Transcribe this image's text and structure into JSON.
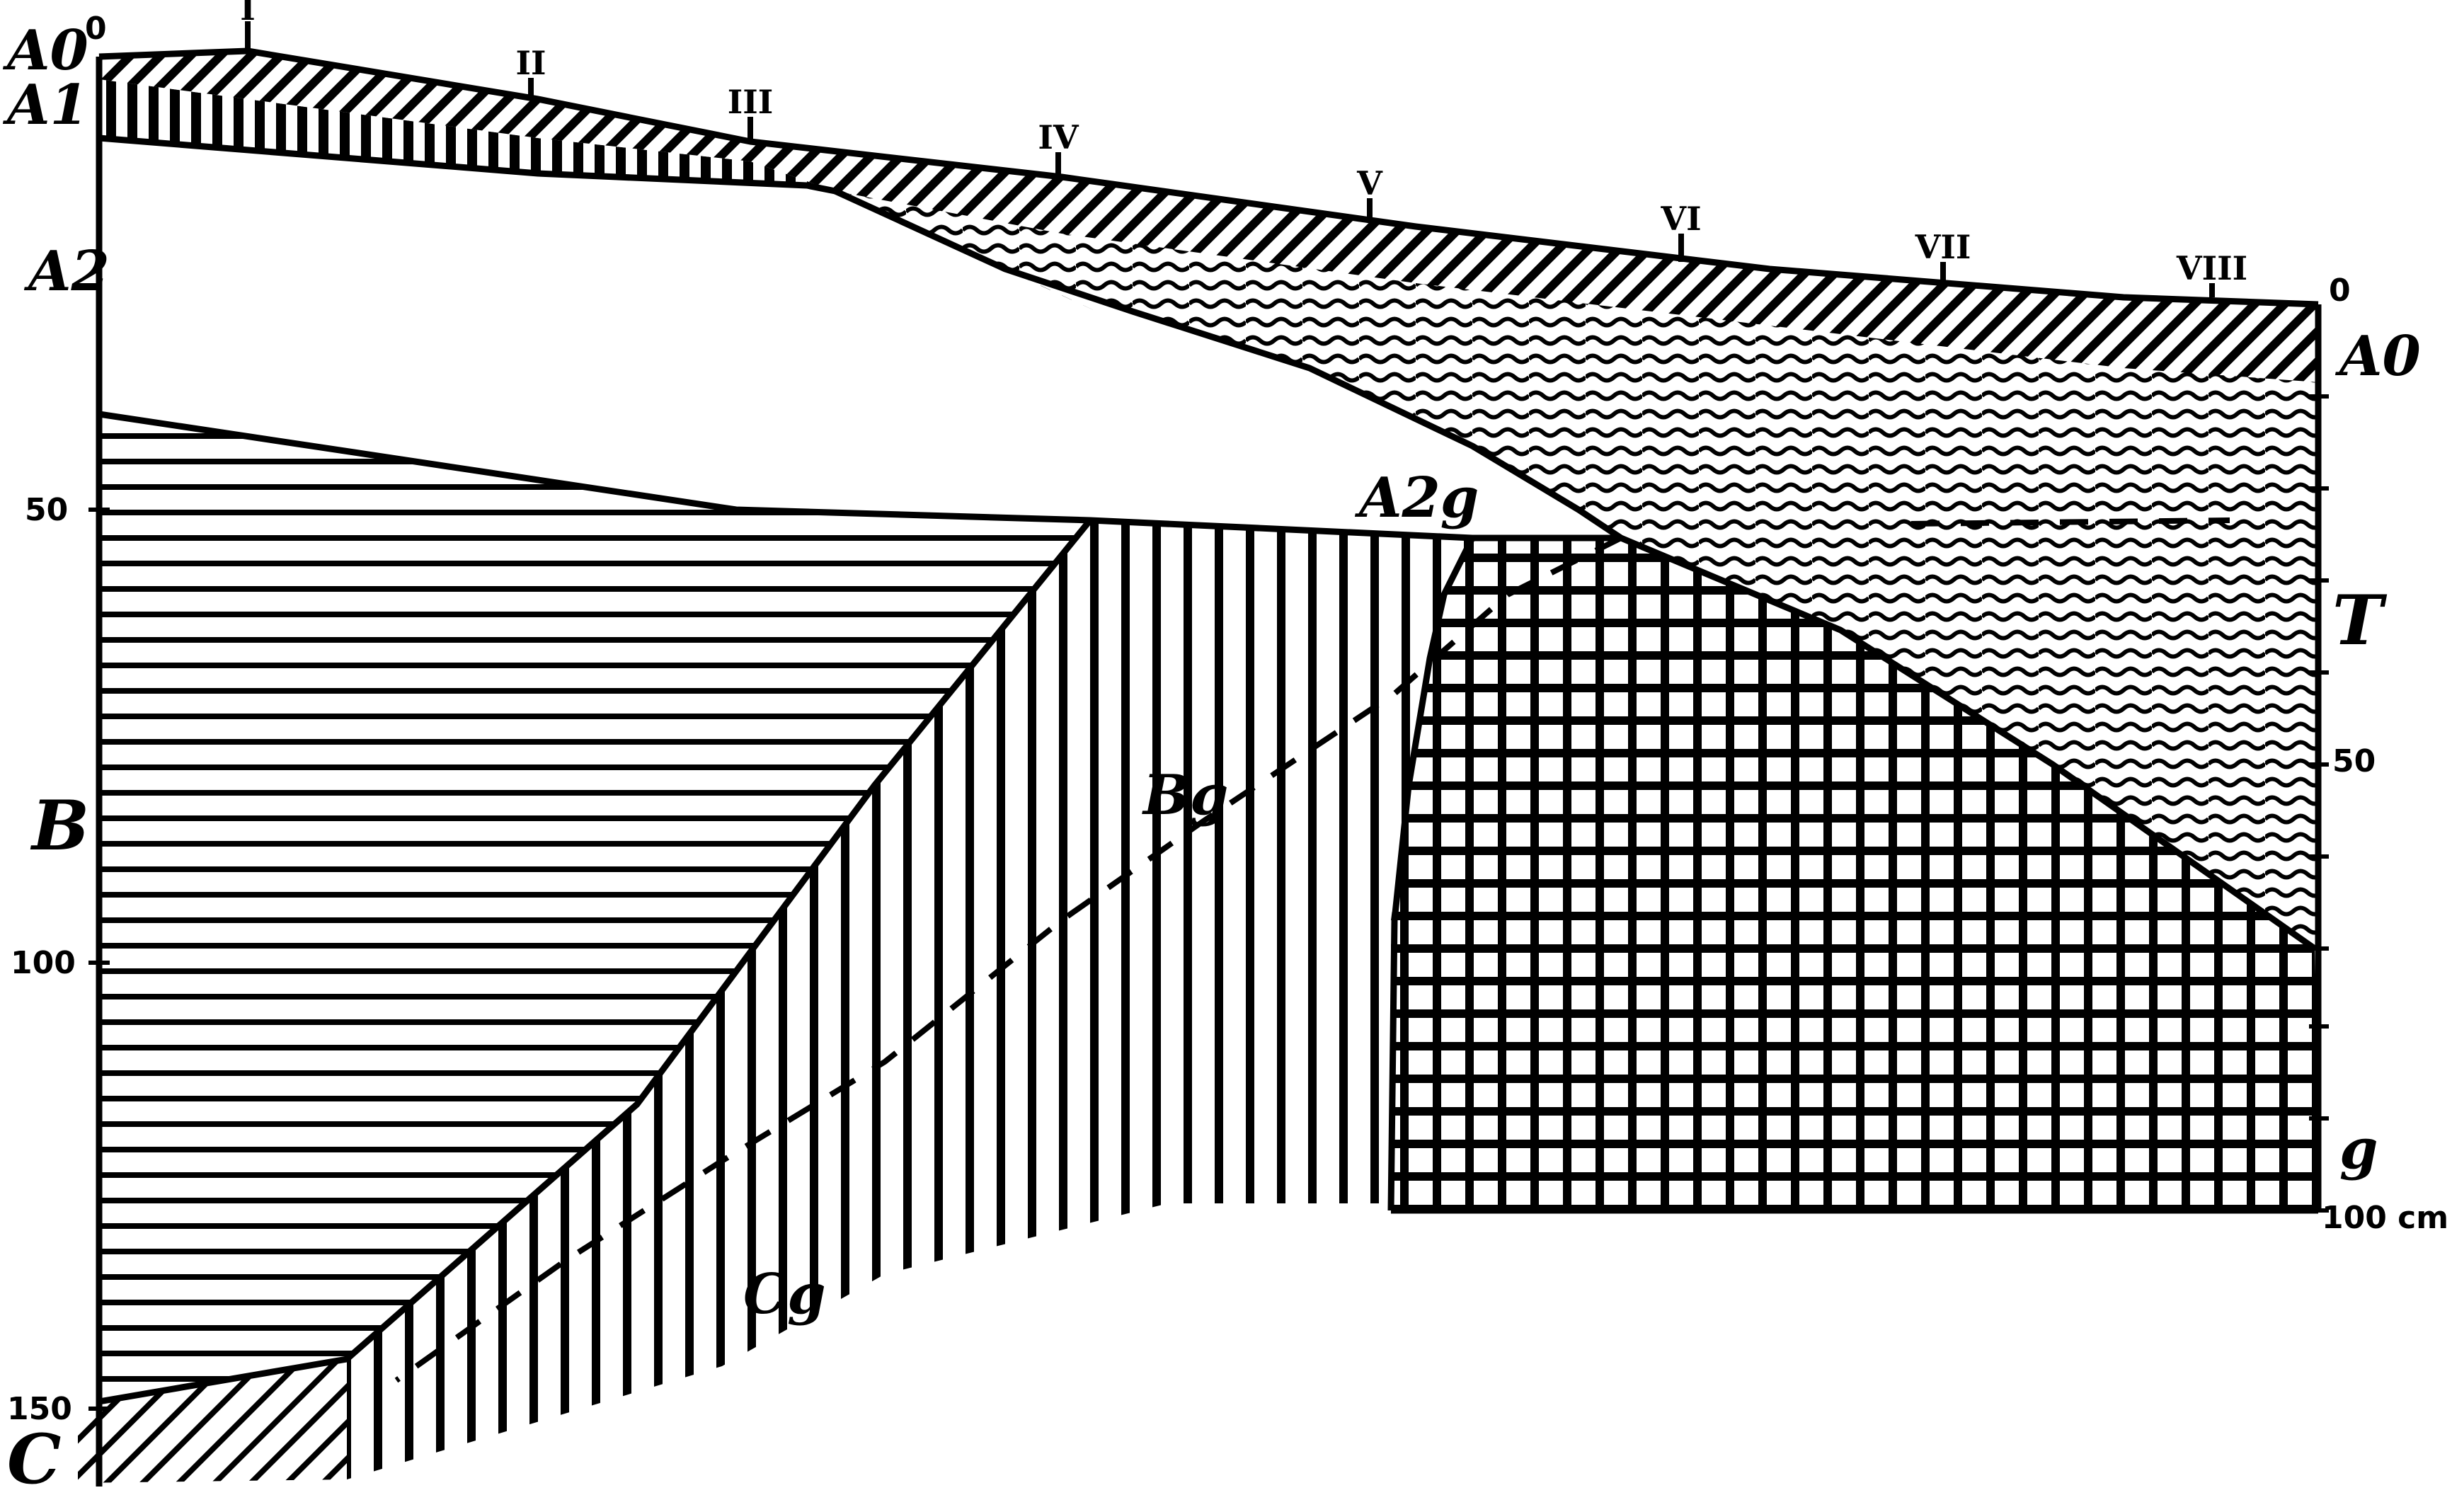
{
  "profile_points": [
    "I",
    "II",
    "III",
    "IV",
    "V",
    "VI",
    "VII",
    "VIII"
  ],
  "horizons": {
    "a0_top_left": "A0",
    "a1": "A1",
    "a2": "A2",
    "b": "B",
    "c": "C",
    "a2g": "A2g",
    "bg": "Bg",
    "cg": "Cg",
    "a0_right": "A0",
    "t": "T",
    "g": "g"
  },
  "left_scale": {
    "zero": "0",
    "fifty": "50",
    "hundred": "100",
    "one_fifty": "150"
  },
  "right_scale": {
    "zero": "0",
    "fifty": "50",
    "hundred": "100 cm"
  },
  "colors": {
    "ink": "#000000",
    "paper": "#ffffff"
  }
}
